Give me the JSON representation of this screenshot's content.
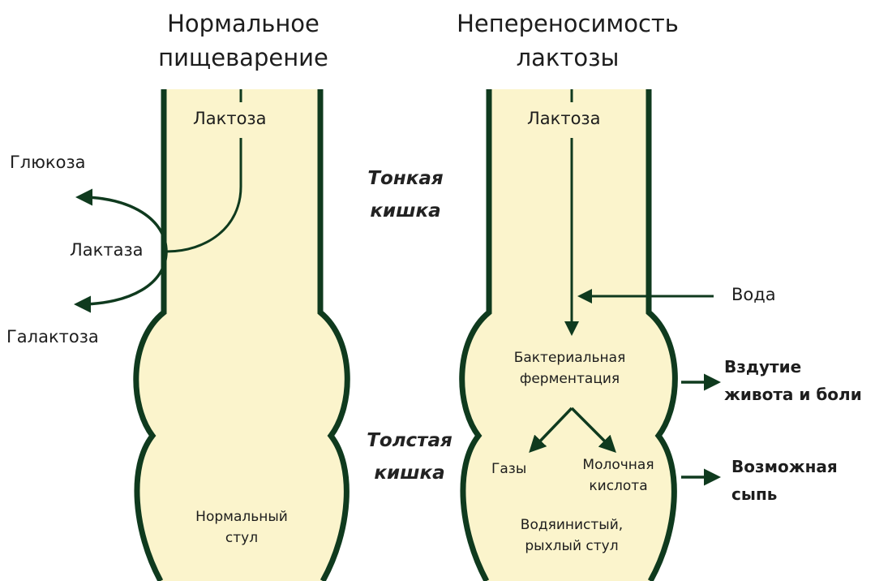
{
  "colors": {
    "wall": "#0f3a1e",
    "fill": "#fbf4cc",
    "text": "#1d1d1d"
  },
  "left": {
    "title": [
      "Нормальное",
      "пищеварение"
    ],
    "lactose": "Лактоза",
    "glucose": "Глюкоза",
    "lactase": "Лактаза",
    "galactose": "Галактоза",
    "stool": [
      "Нормальный",
      "стул"
    ]
  },
  "center": {
    "small_intestine": [
      "Тонкая",
      "кишка"
    ],
    "large_intestine": [
      "Толстая",
      "кишка"
    ]
  },
  "right": {
    "title": [
      "Непереносимость",
      "лактозы"
    ],
    "lactose": "Лактоза",
    "water": "Вода",
    "fermentation": [
      "Бактериальная",
      "ферментация"
    ],
    "gases": "Газы",
    "lactic_acid": [
      "Молочная",
      "кислота"
    ],
    "stool": [
      "Водяинистый,",
      "рыхлый стул"
    ],
    "bloating": [
      "Вздутие",
      "живота и боли"
    ],
    "rash": [
      "Возможная",
      "сыпь"
    ]
  }
}
